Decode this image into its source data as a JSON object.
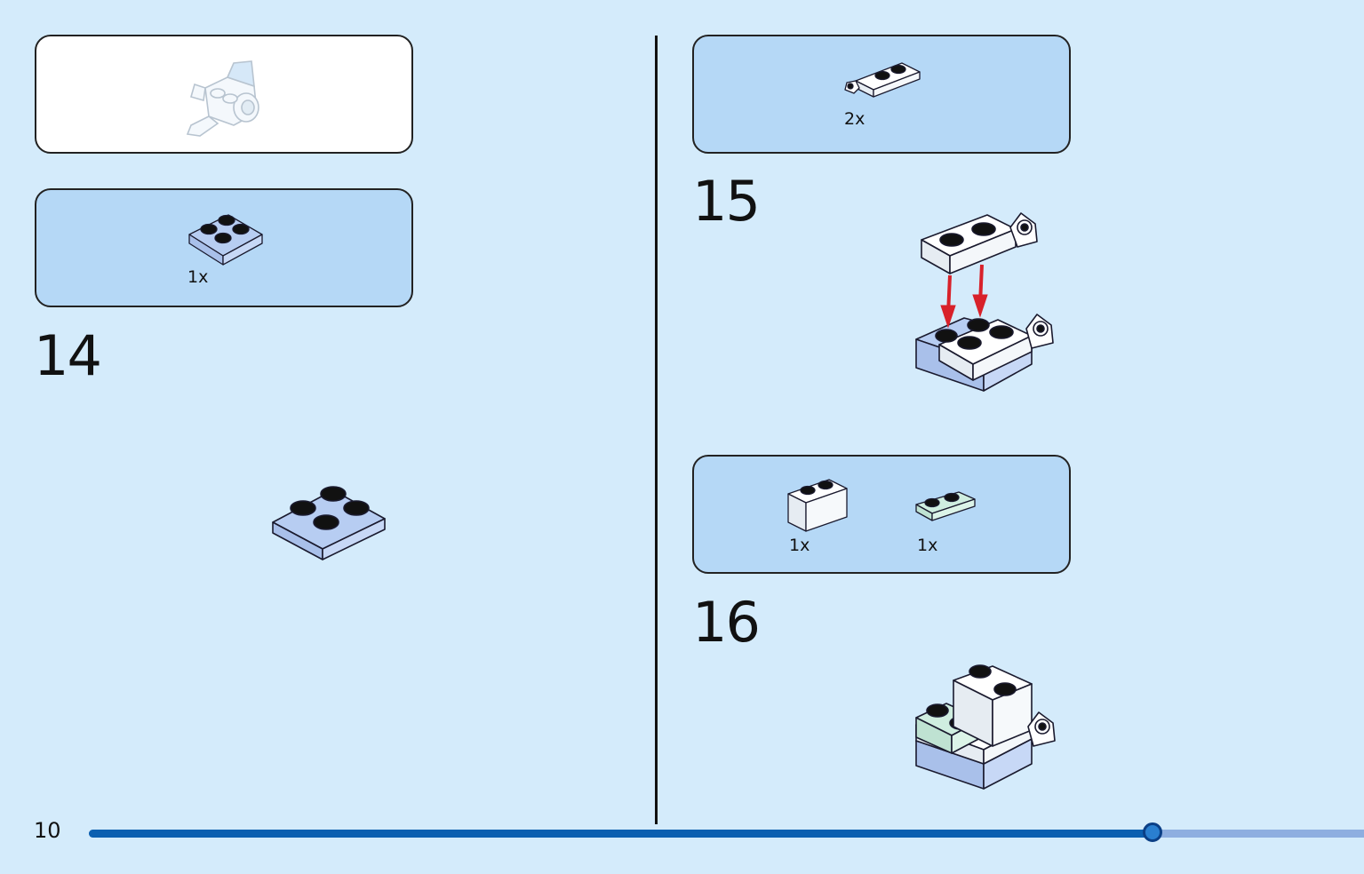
{
  "page": {
    "number": "10"
  },
  "progress": {
    "fraction": 0.834
  },
  "steps": [
    {
      "number": "14",
      "parts": [
        {
          "qty": "1x",
          "icon": "plate-2x2-light-blue-icon"
        }
      ]
    },
    {
      "number": "15",
      "parts": [
        {
          "qty": "2x",
          "icon": "plate-1x2-clip-white-icon"
        }
      ]
    },
    {
      "number": "16",
      "parts": [
        {
          "qty": "1x",
          "icon": "brick-1x2-white-icon"
        },
        {
          "qty": "1x",
          "icon": "plate-1x2-mint-icon"
        }
      ]
    }
  ],
  "colors": {
    "background": "#d4ebfb",
    "parts_box": "#b5d8f6",
    "progress_fill": "#0b5fb0",
    "progress_track": "#8eaee0",
    "arrow": "#d8212a"
  }
}
